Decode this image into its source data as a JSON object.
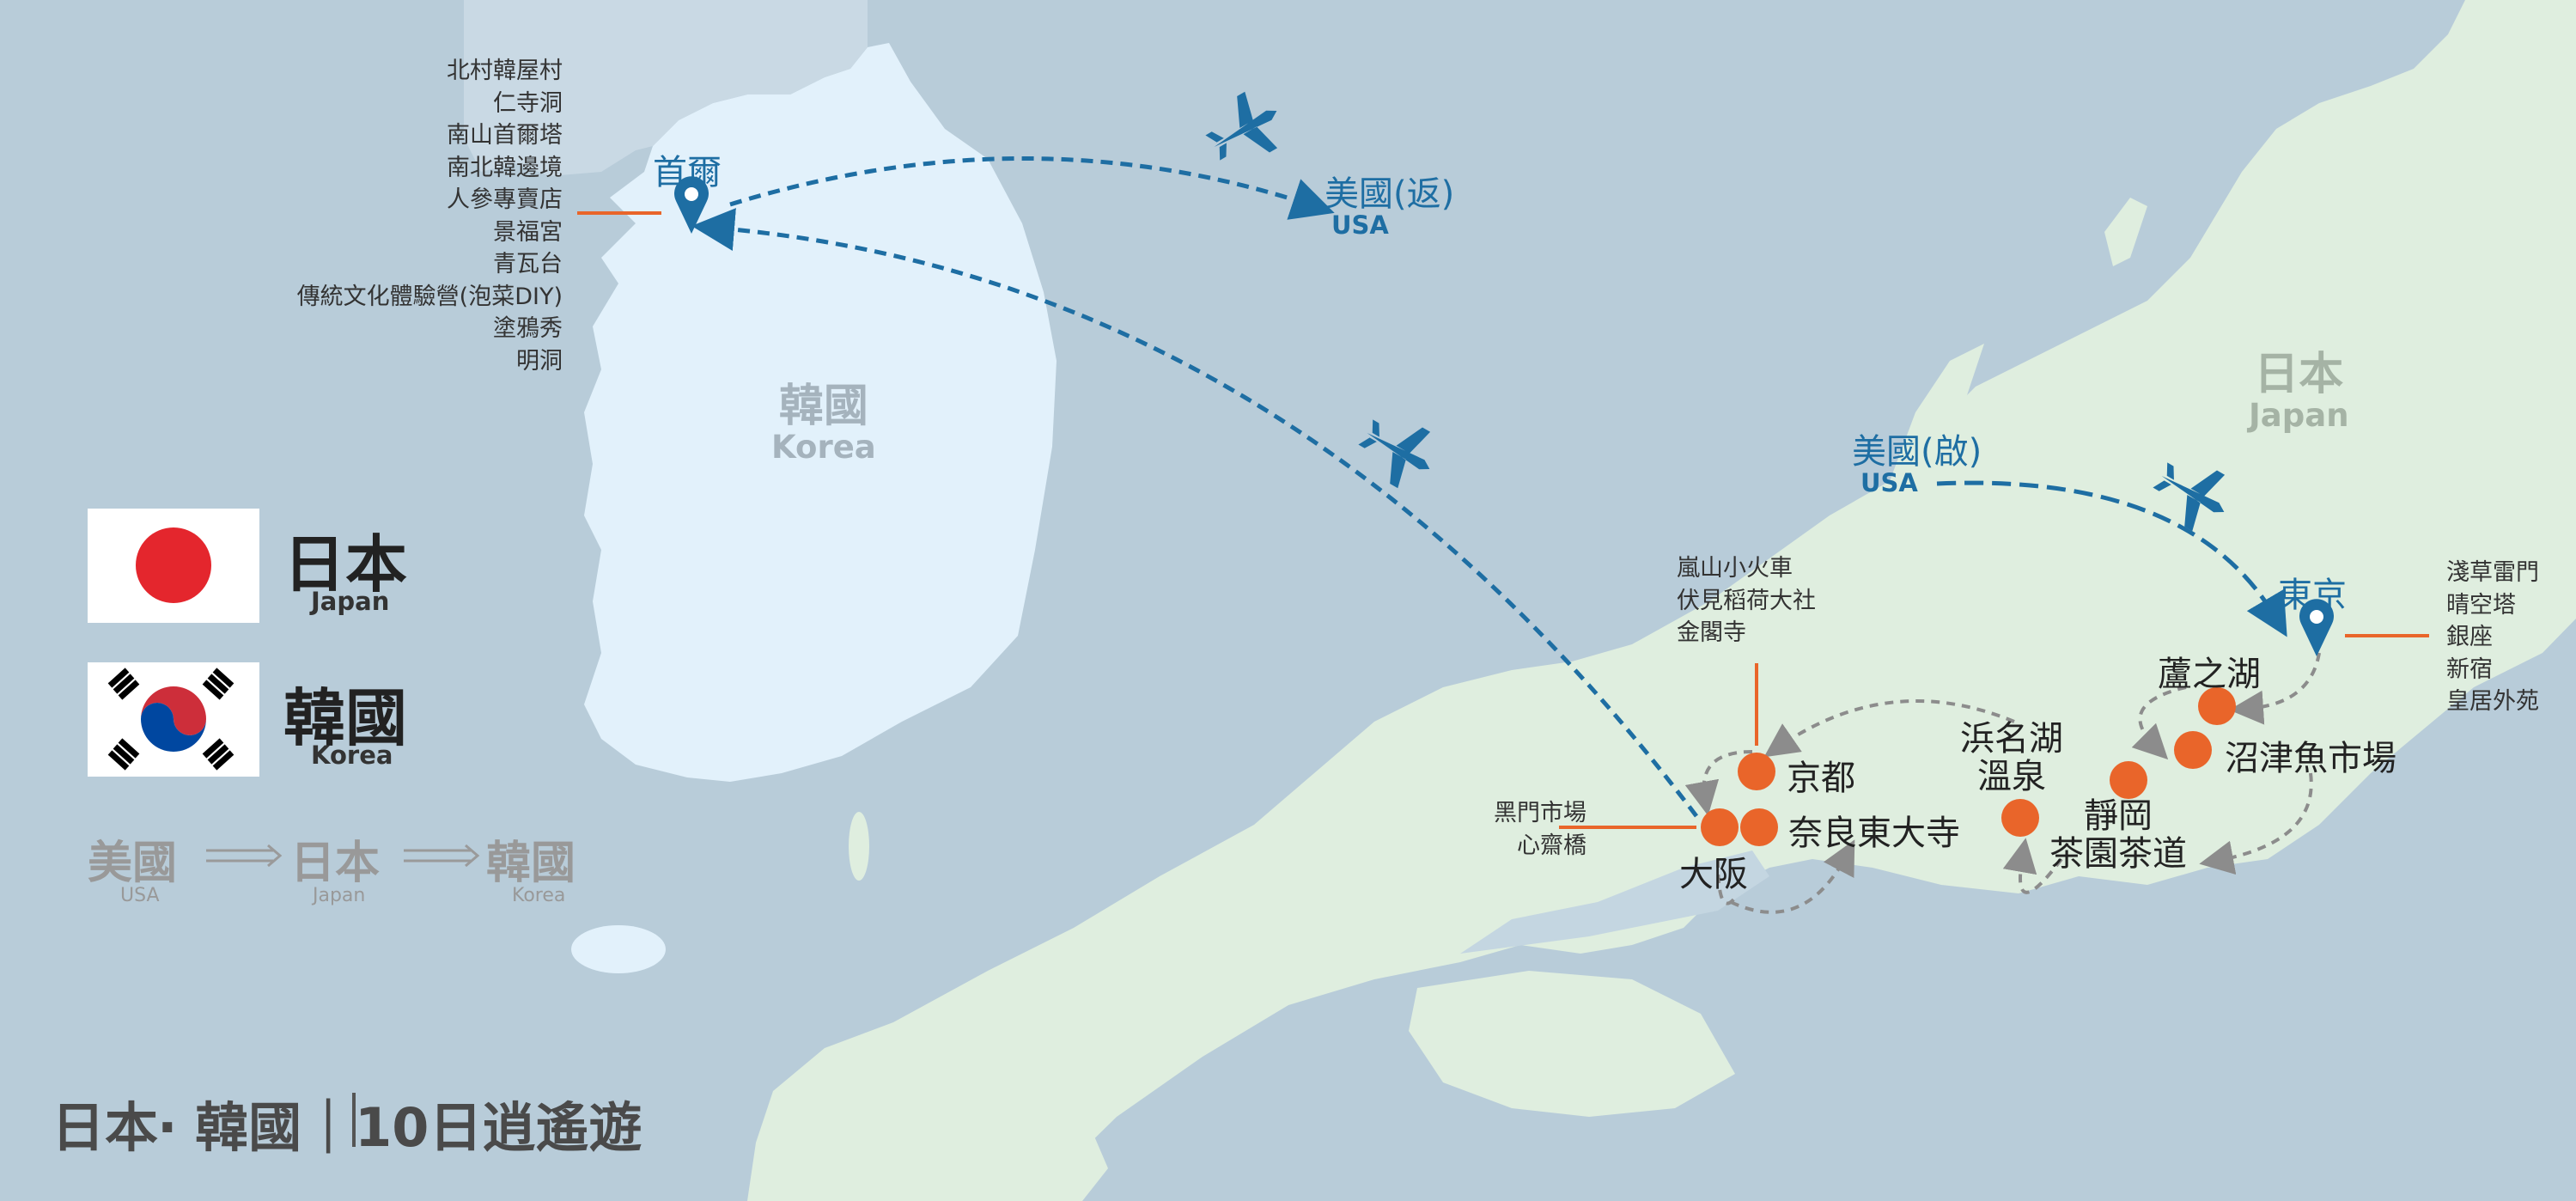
{
  "colors": {
    "sea": "#b8ccd9",
    "korea_land": "#e2f1fb",
    "japan_land": "#dfeedf",
    "route_blue": "#1e6ea3",
    "stop_orange": "#e9652a",
    "arrow_gray": "#8c8c8c"
  },
  "map": {
    "korea_cn": "韓國",
    "korea_en": "Korea",
    "japan_cn": "日本",
    "japan_en": "Japan"
  },
  "seoul": {
    "name": "首爾",
    "attractions": [
      "北村韓屋村",
      "仁寺洞",
      "南山首爾塔",
      "南北韓邊境",
      "人參專賣店",
      "景福宮",
      "青瓦台",
      "傳統文化體驗營(泡菜DIY)",
      "塗鴉秀",
      "明洞"
    ]
  },
  "usa_return": {
    "cn": "美國(返)",
    "en": "USA"
  },
  "usa_depart": {
    "cn": "美國(啟)",
    "en": "USA"
  },
  "tokyo": {
    "name": "東京",
    "attractions": [
      "淺草雷門",
      "晴空塔",
      "銀座",
      "新宿",
      "皇居外苑"
    ]
  },
  "kyoto": {
    "name": "京都",
    "attractions": [
      "嵐山小火車",
      "伏見稻荷大社",
      "金閣寺"
    ]
  },
  "osaka": {
    "name": "大阪",
    "attractions": [
      "黑門市場",
      "心齋橋"
    ]
  },
  "stops": {
    "nara": "奈良東大寺",
    "hamanako": "浜名湖\n溫泉",
    "shizuoka": "靜岡\n茶園茶道",
    "ashinoko": "蘆之湖",
    "numazu": "沼津魚市場"
  },
  "legend": {
    "japan_cn": "日本",
    "japan_en": "Japan",
    "korea_cn": "韓國",
    "korea_en": "Korea"
  },
  "route": {
    "usa_cn": "美國",
    "usa_en": "USA",
    "japan_cn": "日本",
    "japan_en": "Japan",
    "korea_cn": "韓國",
    "korea_en": "Korea"
  },
  "footer": {
    "title": "日本‧ 韓國｜10日逍遙遊"
  }
}
